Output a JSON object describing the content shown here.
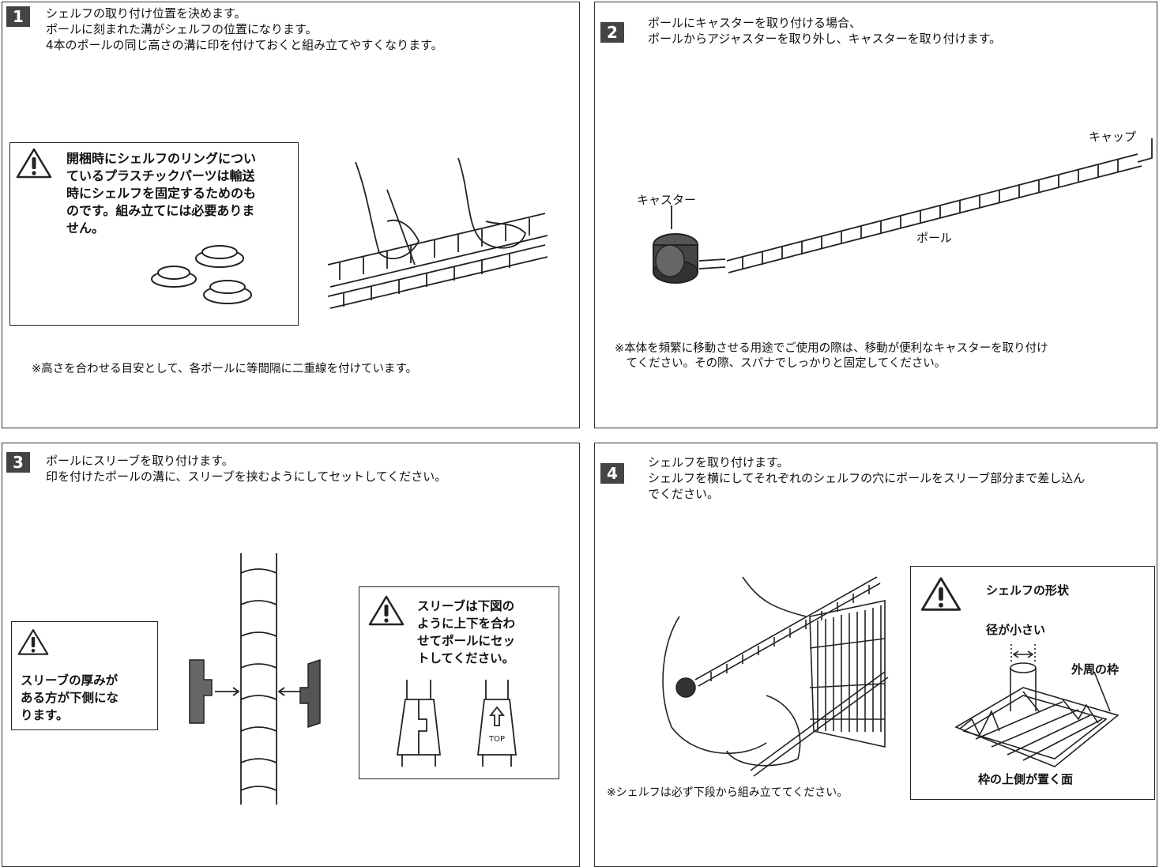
{
  "panels": [
    {
      "number": "1",
      "lines": [
        "シェルフの取り付け位置を決めます。",
        "ポールに刻まれた溝がシェルフの位置になります。",
        "4本のポールの同じ高さの溝に印を付けておくと組み立てやすくなります。"
      ],
      "warning_lines": [
        "開梱時にシェルフのリングについ",
        "ているプラスチックパーツは輸送",
        "時にシェルフを固定するためのも",
        "のです。組み立てには必要ありま",
        "せん。"
      ],
      "note": "※高さを合わせる目安として、各ポールに等間隔に二重線を付けています。"
    },
    {
      "number": "2",
      "lines": [
        "ポールにキャスターを取り付ける場合、",
        "ポールからアジャスターを取り外し、キャスターを取り付けます。"
      ],
      "labels": {
        "cap": "キャップ",
        "caster": "キャスター",
        "pole": "ポール"
      },
      "note_lines": [
        "※本体を頻繁に移動させる用途でご使用の際は、移動が便利なキャスターを取り付け",
        "　てください。その際、スパナでしっかりと固定してください。"
      ]
    },
    {
      "number": "3",
      "lines": [
        "ポールにスリーブを取り付けます。",
        "印を付けたポールの溝に、スリーブを挟むようにしてセットしてください。"
      ],
      "warning_left_lines": [
        "スリーブの厚みが",
        "ある方が下側にな",
        "ります。"
      ],
      "warning_right_lines": [
        "スリーブは下図の",
        "ように上下を合わ",
        "せてポールにセッ",
        "トしてください。"
      ],
      "top_label": "TOP"
    },
    {
      "number": "4",
      "lines": [
        "シェルフを取り付けます。",
        "シェルフを横にしてそれぞれのシェルフの穴にポールをスリーブ部分まで差し込ん",
        "でください。"
      ],
      "shape_title": "シェルフの形状",
      "labels": {
        "small_diameter": "径が小さい",
        "outer_frame": "外周の枠",
        "frame_top": "枠の上側が置く面"
      },
      "note": "※シェルフは必ず下段から組み立ててください。"
    }
  ]
}
